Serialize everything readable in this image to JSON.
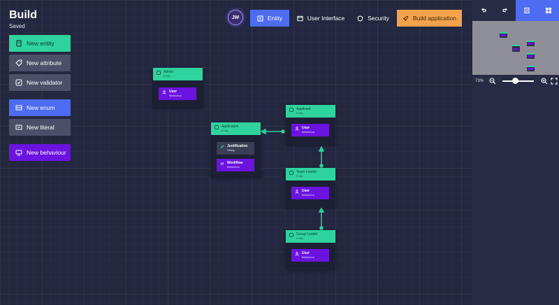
{
  "app": {
    "title": "Build",
    "status": "Saved"
  },
  "toolbar": [
    {
      "label": "New entity",
      "icon": "entity-icon"
    },
    {
      "label": "New attribute",
      "icon": "tag-icon"
    },
    {
      "label": "New validator",
      "icon": "check-icon"
    },
    {
      "label": "New enum",
      "icon": "list-icon"
    },
    {
      "label": "New literal",
      "icon": "text-icon"
    },
    {
      "label": "New behaviour",
      "icon": "behaviour-icon"
    }
  ],
  "logo": {
    "text": "JW"
  },
  "nav": {
    "tabs": [
      {
        "label": "Entity",
        "icon": "entity-icon",
        "active": true
      },
      {
        "label": "User Interface",
        "icon": "window-icon",
        "active": false
      },
      {
        "label": "Security",
        "icon": "shield-icon",
        "active": false
      }
    ],
    "build_label": "Build application"
  },
  "right_panel": {
    "buttons": [
      "undo-icon",
      "redo-icon",
      "single-view-icon",
      "grid-view-icon"
    ],
    "zoom_percent": "73%",
    "zoom_level": 0.4
  },
  "nodes": [
    {
      "id": "admin",
      "title": "Admin",
      "subtitle": "Entity",
      "items": [
        {
          "label": "User",
          "type": "Behaviour",
          "kind": "behaviour"
        }
      ]
    },
    {
      "id": "application",
      "title": "Application",
      "subtitle": "Entity",
      "items": [
        {
          "label": "Justification",
          "type": "String",
          "kind": "attribute"
        },
        {
          "label": "Workflow",
          "type": "Behaviour",
          "kind": "workflow"
        }
      ]
    },
    {
      "id": "applicant",
      "title": "Applicant",
      "subtitle": "Entity",
      "items": [
        {
          "label": "User",
          "type": "Behaviour",
          "kind": "behaviour"
        }
      ]
    },
    {
      "id": "team-leader",
      "title": "Team Leader",
      "subtitle": "Entity",
      "items": [
        {
          "label": "User",
          "type": "Behaviour",
          "kind": "behaviour"
        }
      ]
    },
    {
      "id": "group-leader",
      "title": "Group Leader",
      "subtitle": "Entity",
      "items": [
        {
          "label": "User",
          "type": "Behaviour",
          "kind": "behaviour"
        }
      ]
    }
  ],
  "colors": {
    "accent_green": "#2fd39d",
    "accent_blue": "#4d6cf1",
    "accent_purple": "#6b13df",
    "build_orange": "#f5a34b",
    "canvas": "#23273f"
  }
}
